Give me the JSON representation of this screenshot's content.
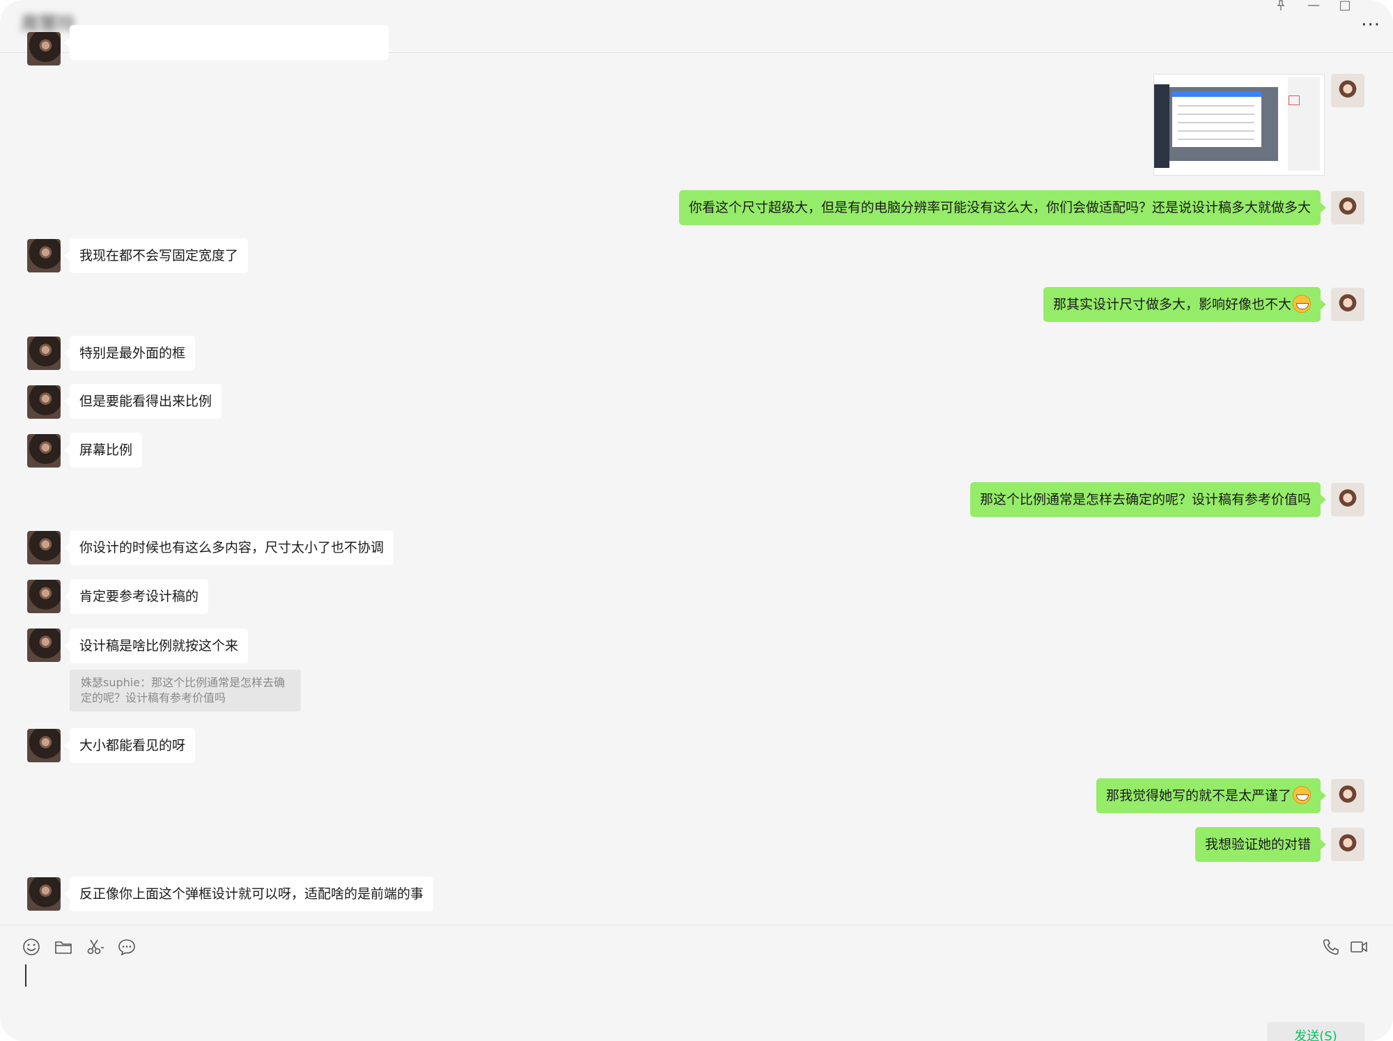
{
  "window": {
    "chat_title": "周慧玲",
    "pin_icon": "pin-icon",
    "minimize_glyph": "—",
    "maximize_glyph": "□",
    "more_glyph": "···"
  },
  "messages": {
    "m1": "你看这个尺寸超级大，但是有的电脑分辨率可能没有这么大，你们会做适配吗？还是说设计稿多大就做多大",
    "m2": "我现在都不会写固定宽度了",
    "m3": "那其实设计尺寸做多大，影响好像也不大",
    "m4": "特别是最外面的框",
    "m5": "但是要能看得出来比例",
    "m6": "屏幕比例",
    "m7": "那这个比例通常是怎样去确定的呢？设计稿有参考价值吗",
    "m8": "你设计的时候也有这么多内容，尺寸太小了也不协调",
    "m9": "肯定要参考设计稿的",
    "m10": "设计稿是啥比例就按这个来",
    "m10_quote": "姝瑟suphie：那这个比例通常是怎样去确定的呢？设计稿有参考价值吗",
    "m11": "大小都能看见的呀",
    "m12": "那我觉得她写的就不是太严谨了",
    "m13": "我想验证她的对错",
    "m14": "反正像你上面这个弹框设计就可以呀，适配啥的是前端的事"
  },
  "toolbar": {
    "emoji_icon": "emoji-icon",
    "folder_icon": "folder-icon",
    "scissors_icon": "scissors-icon",
    "chat_history_icon": "chat-bubble-icon",
    "voice_call_icon": "phone-icon",
    "video_call_icon": "video-icon"
  },
  "input": {
    "send_label": "发送(S)"
  },
  "colors": {
    "window_bg": "#f5f5f5",
    "bubble_me": "#95ec69",
    "bubble_them": "#ffffff",
    "send_text": "#07c160"
  }
}
